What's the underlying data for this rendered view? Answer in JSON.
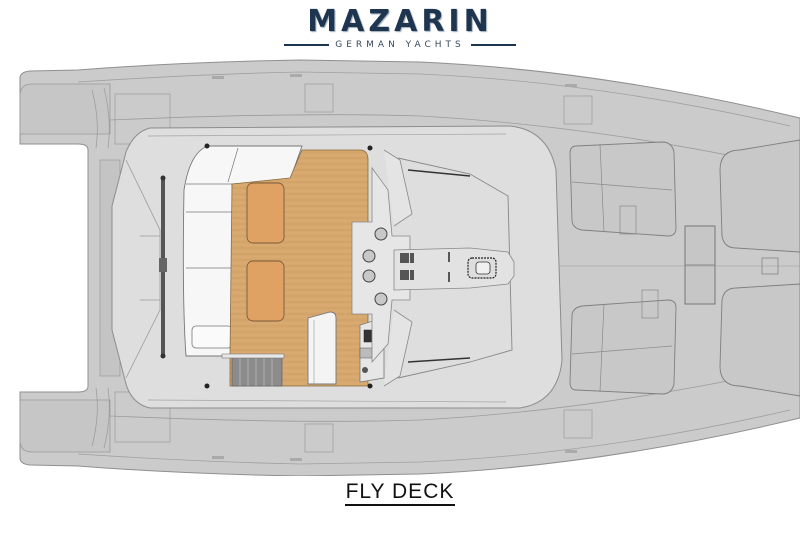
{
  "logo": {
    "brand": "MAZARIN",
    "tagline": "GERMAN YACHTS"
  },
  "plan": {
    "view": "top-down deck plan",
    "colors": {
      "hull": "#c9c9c9",
      "hull_line": "#8a8a8a",
      "flybridge": "#dedede",
      "teak": "#d4a56b",
      "cushion": "#e0a263",
      "white_seat": "#f7f7f7",
      "stairs": "#8c8c8c",
      "logo_navy": "#1e3550"
    },
    "elements": [
      "aft-sunbed-port",
      "aft-sunbed-starboard",
      "flybridge-settee",
      "teak-deck",
      "cushion-table-1",
      "cushion-table-2",
      "wet-bar-fridge",
      "helm-console",
      "helm-seats",
      "companionway-stairs",
      "bow-trampoline-cushions",
      "hatches"
    ]
  },
  "title": {
    "label": "FLY DECK"
  }
}
